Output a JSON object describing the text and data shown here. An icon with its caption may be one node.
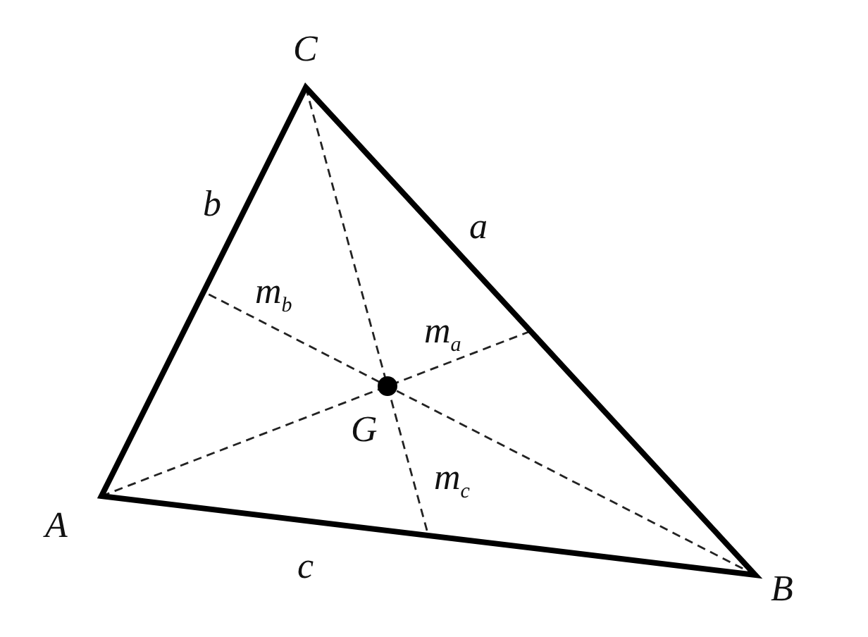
{
  "diagram": {
    "labels": [
      "C",
      "b",
      "a",
      "m$_{b}$",
      "m$_{a}$",
      "G",
      "m$_{c}$",
      "A",
      "c",
      "B"
    ]
  }
}
